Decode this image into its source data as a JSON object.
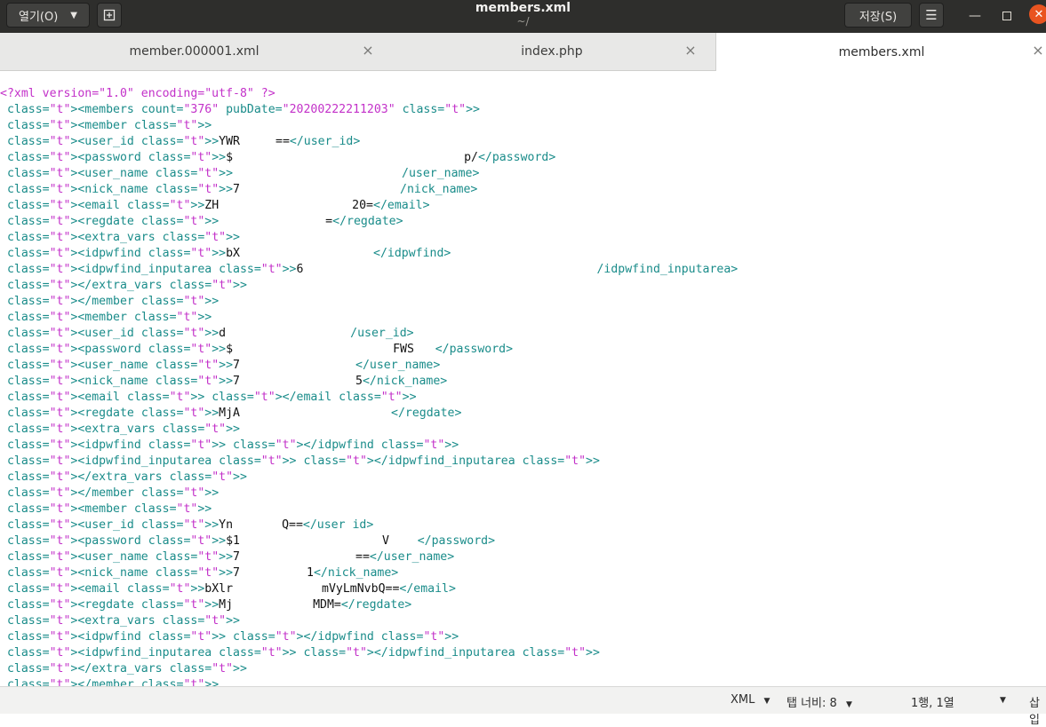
{
  "header": {
    "open_label": "열기(O)",
    "title": "members.xml",
    "subtitle": "~/",
    "save_label": "저장(S)"
  },
  "tabs": [
    {
      "label": "member.000001.xml",
      "active": false
    },
    {
      "label": "index.php",
      "active": false
    },
    {
      "label": "members.xml",
      "active": true
    }
  ],
  "editor": {
    "lines": [
      "<?xml version=\"1.0\" encoding=\"utf-8\" ?>",
      "<members count=\"376\" pubDate=\"20200222211203\">",
      "<member>",
      "<user_id>YWR",
      "<password>$",
      "<user_name>",
      "<nick_name>7",
      "<email>ZH",
      "<regdate>",
      "<extra_vars>",
      "<idpwfind>bX",
      "<idpwfind_inputarea>6",
      "</extra_vars>",
      "</member>",
      "<member>",
      "<user_id>d",
      "<password>$",
      "<user_name>7",
      "<nick_name>7",
      "<email></email>",
      "<regdate>MjA",
      "<extra_vars>",
      "<idpwfind></idpwfind>",
      "<idpwfind_inputarea></idpwfind_inputarea>",
      "</extra_vars>",
      "</member>",
      "<member>",
      "<user_id>Yn",
      "<password>$1",
      "<user_name>7",
      "<nick_name>7",
      "<email>bXlr",
      "<regdate>Mj",
      "<extra_vars>",
      "<idpwfind></idpwfind>",
      "<idpwfind_inputarea></idpwfind_inputarea>",
      "</extra_vars>",
      "</member>"
    ],
    "tails": {
      "3": "==</user_id>",
      "4": "p/</password>",
      "5": "/user_name>",
      "6": "/nick_name>",
      "7": "20=</email>",
      "8": "=</regdate>",
      "10": "</idpwfind>",
      "11": "/idpwfind_inputarea>",
      "15": "/user_id>",
      "16": "FWS   </password>",
      "17": "</user_name>",
      "18": "5</nick_name>",
      "20": "</regdate>",
      "27": "Q==</user id>",
      "28": "V    </password>",
      "29": "==</user_name>",
      "30": "1</nick_name>",
      "31": "mVyLmNvbQ==</email>",
      "32": "MDM=</regdate>"
    }
  },
  "statusbar": {
    "language": "XML",
    "tab_width": "탭 너비: 8",
    "position": "1행, 1열",
    "insert_mode": "삽입"
  }
}
